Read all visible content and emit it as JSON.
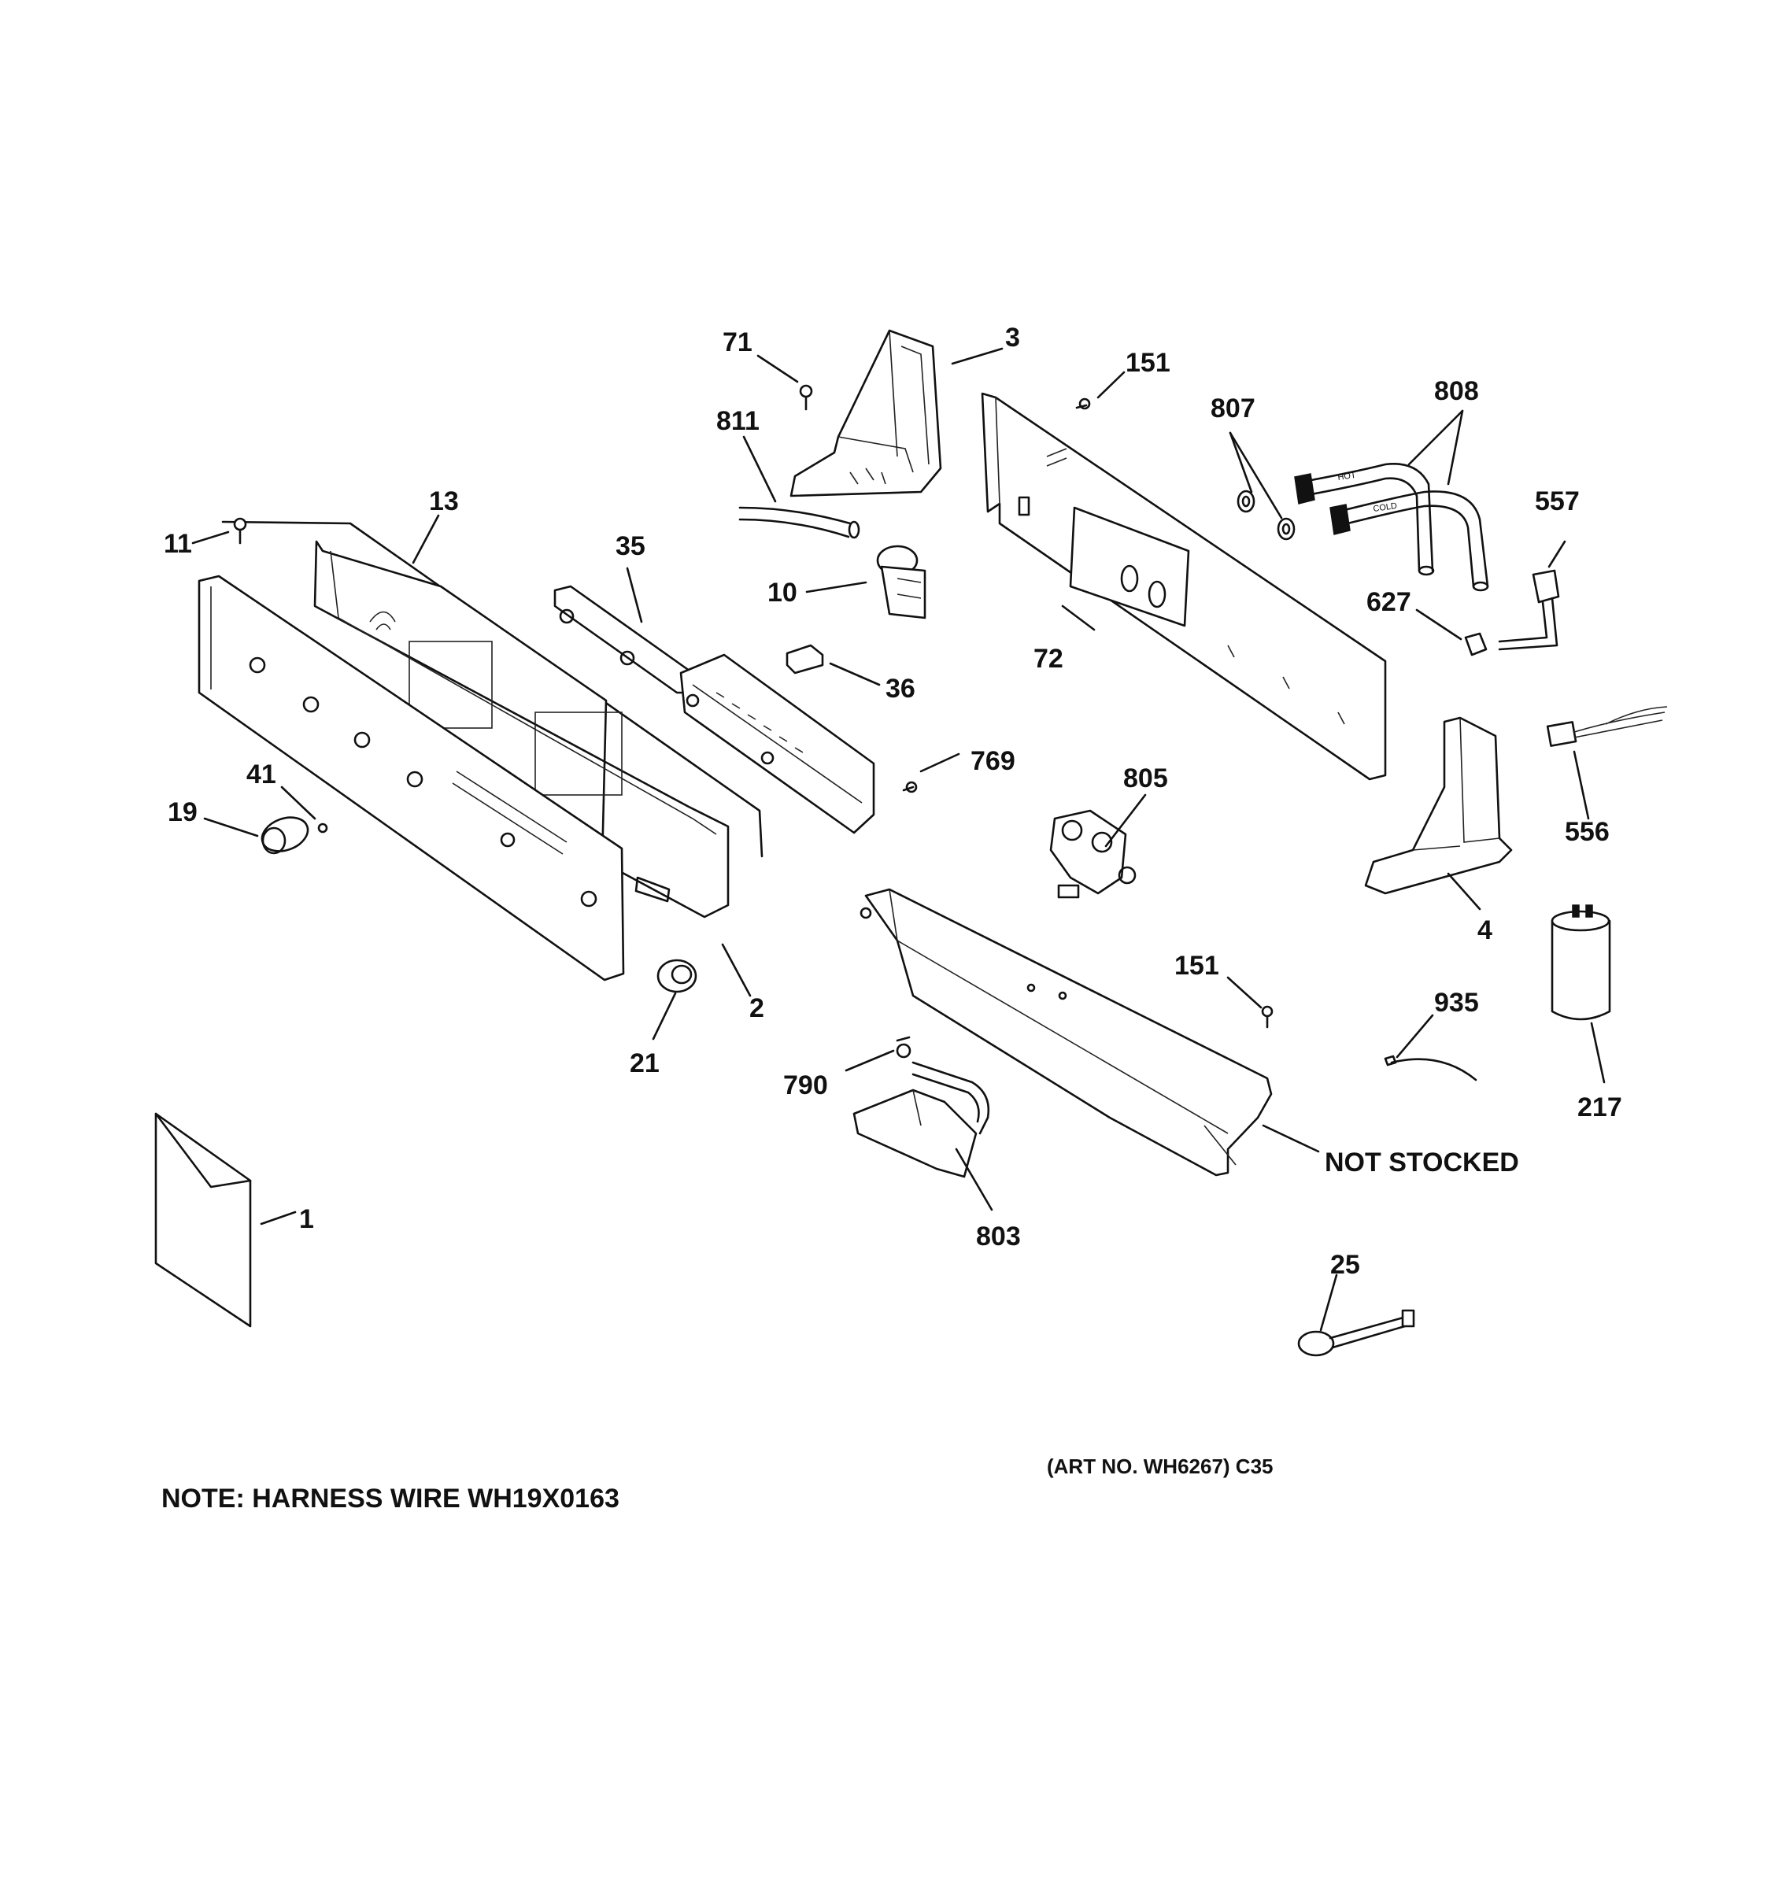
{
  "callouts": {
    "c71": "71",
    "c3": "3",
    "c151a": "151",
    "c807": "807",
    "c808": "808",
    "c811": "811",
    "c13": "13",
    "c11": "11",
    "c35": "35",
    "c10": "10",
    "c557": "557",
    "c627": "627",
    "c72": "72",
    "c36": "36",
    "c769": "769",
    "c41": "41",
    "c19": "19",
    "c805": "805",
    "c556": "556",
    "c4": "4",
    "c2": "2",
    "c21": "21",
    "c151b": "151",
    "c935": "935",
    "c790": "790",
    "c217": "217",
    "c803": "803",
    "c1": "1",
    "c25": "25"
  },
  "labels": {
    "not_stocked": "NOT STOCKED",
    "art_no": "(ART NO. WH6267) C35",
    "note": "NOTE: HARNESS WIRE WH19X0163"
  },
  "part_text": {
    "hot": "HOT",
    "cold": "COLD"
  }
}
